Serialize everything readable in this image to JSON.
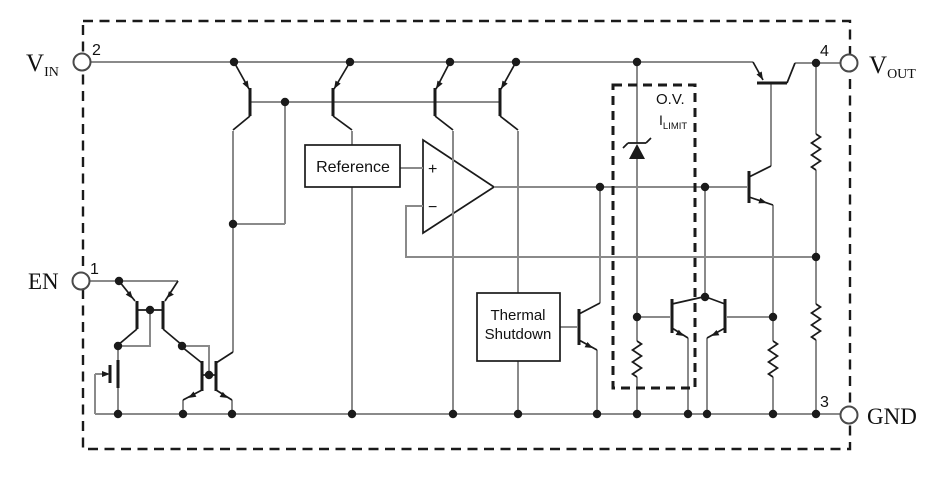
{
  "labels": {
    "vin_main": "V",
    "vin_sub": "IN",
    "vout_main": "V",
    "vout_sub": "OUT",
    "en": "EN",
    "gnd": "GND",
    "pin1": "1",
    "pin2": "2",
    "pin3": "3",
    "pin4": "4",
    "reference": "Reference",
    "thermal_line1": "Thermal",
    "thermal_line2": "Shutdown",
    "ov": "O.V.",
    "ilimit_main": "I",
    "ilimit_sub": "LIMIT",
    "opamp_plus": "+",
    "opamp_minus": "−"
  },
  "colors": {
    "wire": "#8a8a8a",
    "symbol": "#1a1a1a",
    "background": "#ffffff"
  }
}
